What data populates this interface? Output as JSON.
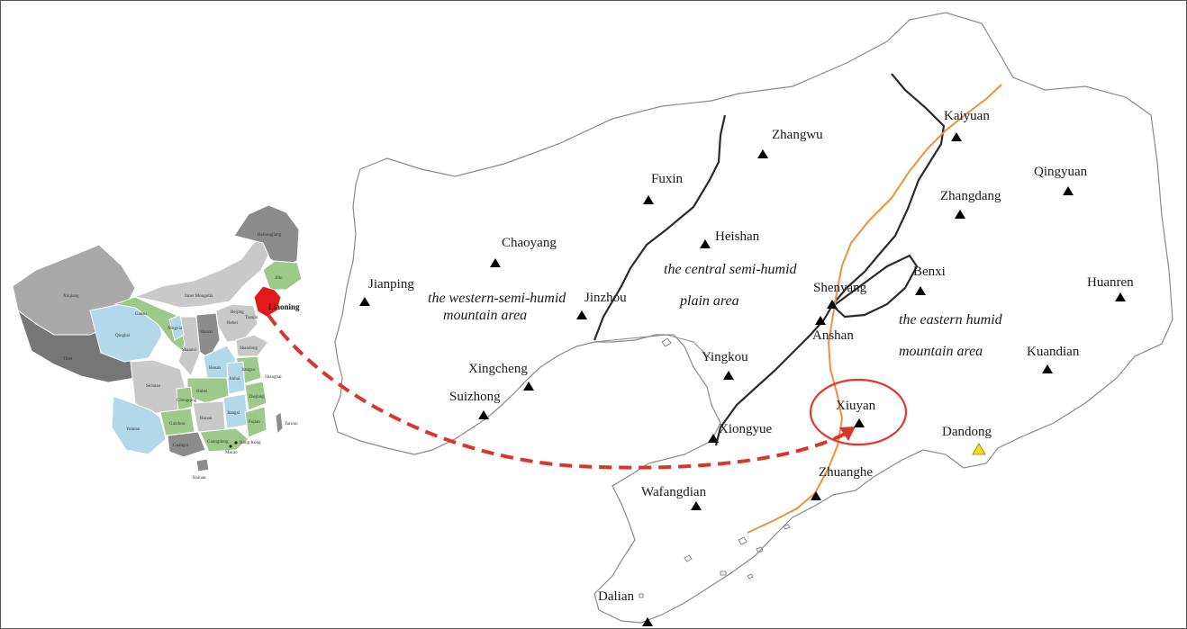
{
  "map": {
    "cities": [
      {
        "name": "Kaiyuan"
      },
      {
        "name": "Zhangwu"
      },
      {
        "name": "Fuxin"
      },
      {
        "name": "Qingyuan"
      },
      {
        "name": "Zhangdang"
      },
      {
        "name": "Chaoyang"
      },
      {
        "name": "Heishan"
      },
      {
        "name": "Jianping"
      },
      {
        "name": "Benxi"
      },
      {
        "name": "Shenyang"
      },
      {
        "name": "Huanren"
      },
      {
        "name": "Jinzhou"
      },
      {
        "name": "Anshan"
      },
      {
        "name": "Yingkou"
      },
      {
        "name": "Kuandian"
      },
      {
        "name": "Xingcheng"
      },
      {
        "name": "Suizhong"
      },
      {
        "name": "Xiuyan"
      },
      {
        "name": "Xiongyue"
      },
      {
        "name": "Dandong"
      },
      {
        "name": "Zhuanghe"
      },
      {
        "name": "Wafangdian"
      },
      {
        "name": "Dalian"
      }
    ],
    "regions": [
      {
        "lines": [
          "the western-semi-humid",
          "mountain area"
        ]
      },
      {
        "lines": [
          "the central semi-humid",
          "plain area"
        ]
      },
      {
        "lines": [
          "the eastern humid",
          "mountain area"
        ]
      }
    ],
    "highlighted_city": "Xiuyan",
    "special_marker_city": "Dandong",
    "colors": {
      "marker": "#000000",
      "special_marker": "#f2e21b",
      "highlight_circle": "#e0382c",
      "arrow": "#d9352b",
      "river": "#f0903a",
      "zone_boundary": "#2b2b2b",
      "province_outline": "#8a8a8a"
    }
  },
  "inset": {
    "highlighted_province": "Liaoning",
    "highlight_color": "#e01b1b",
    "provinces": [
      {
        "label": "Xinjiang"
      },
      {
        "label": "Inner Mongolia"
      },
      {
        "label": "Heilongjiang"
      },
      {
        "label": "Jilin"
      },
      {
        "label": "Gansu"
      },
      {
        "label": "Qinghai"
      },
      {
        "label": "Tibet"
      },
      {
        "label": "Sichuan"
      },
      {
        "label": "Yunnan"
      },
      {
        "label": "Guizhou"
      },
      {
        "label": "Guangxi"
      },
      {
        "label": "Guangdong"
      },
      {
        "label": "Hunan"
      },
      {
        "label": "Hubei"
      },
      {
        "label": "Henan"
      },
      {
        "label": "Shaanxi"
      },
      {
        "label": "Shanxi"
      },
      {
        "label": "Hebei"
      },
      {
        "label": "Shandong"
      },
      {
        "label": "Jiangsu"
      },
      {
        "label": "Anhui"
      },
      {
        "label": "Zhejiang"
      },
      {
        "label": "Jiangxi"
      },
      {
        "label": "Fujian"
      },
      {
        "label": "Taiwan"
      },
      {
        "label": "Hainan"
      },
      {
        "label": "Hong Kong"
      },
      {
        "label": "Macao"
      },
      {
        "label": "Beijing"
      },
      {
        "label": "Tianjin"
      },
      {
        "label": "Shanghai"
      },
      {
        "label": "Ningxia"
      },
      {
        "label": "Chongqing"
      }
    ]
  }
}
